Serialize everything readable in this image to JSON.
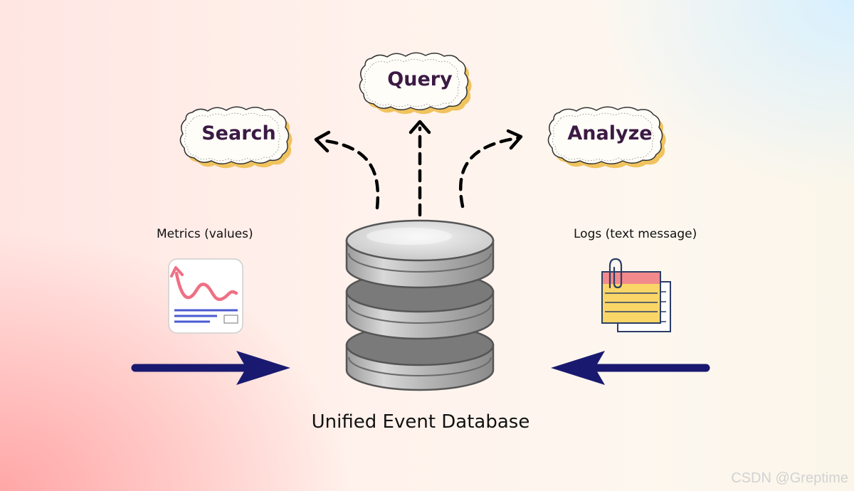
{
  "actions": {
    "search": "Search",
    "query": "Query",
    "analyze": "Analyze"
  },
  "inputs": {
    "metrics": "Metrics (values)",
    "logs": "Logs (text message)"
  },
  "database": {
    "title": "Unified Event Database"
  },
  "watermark": "CSDN @Greptime",
  "colors": {
    "arrow": "#191970",
    "cloud_fill": "#fffdf8",
    "cloud_shadow": "#f0c35e",
    "label_text": "#3b1a44",
    "chart_line": "#ef6f84",
    "note_yellow": "#f9d667",
    "note_pink": "#f28a8c"
  }
}
